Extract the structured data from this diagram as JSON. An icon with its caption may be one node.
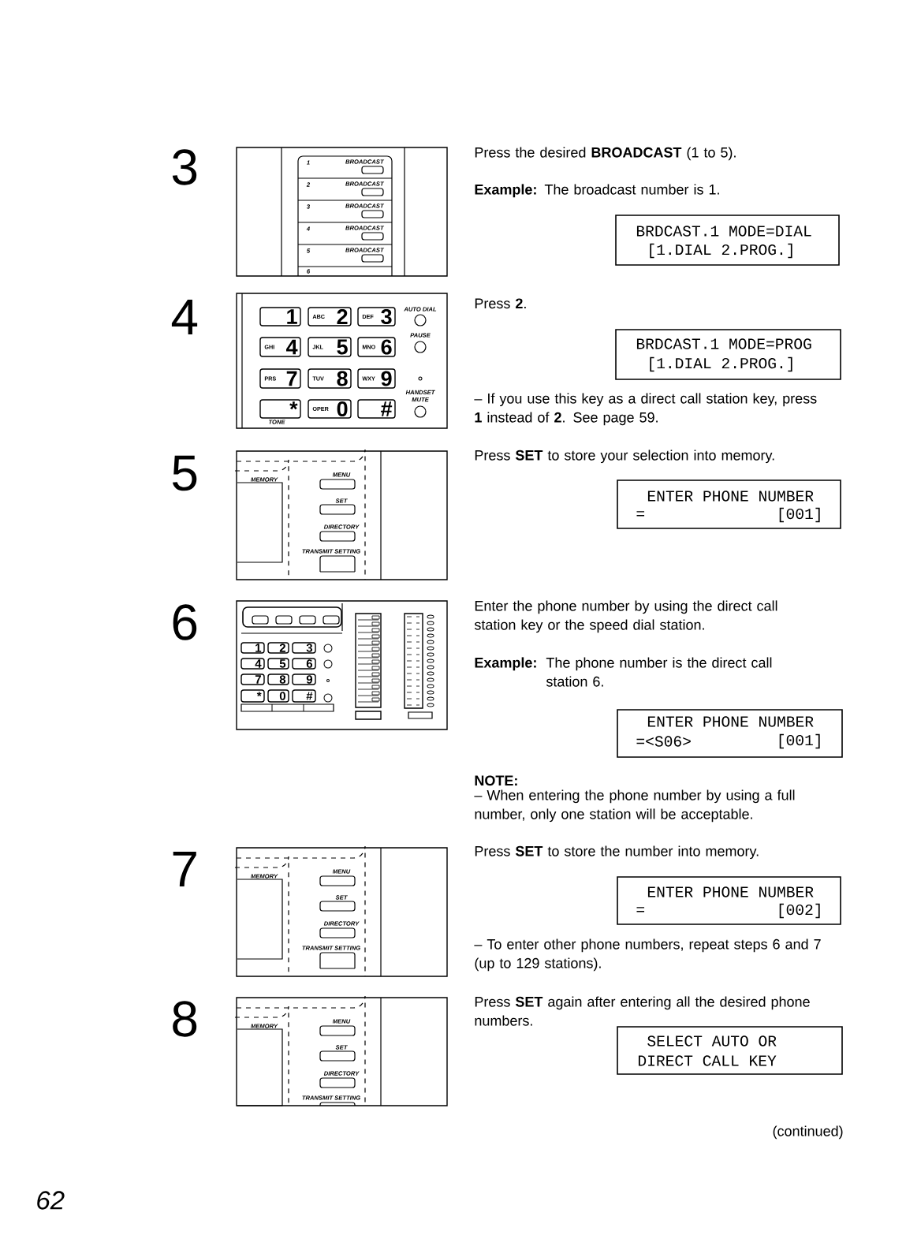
{
  "diagram": {
    "nodes": [
      {
        "text": [
          "BRDCAST.1 MODE=DIAL",
          "[1.DIAL 2.PROG.]"
        ]
      },
      {
        "text": [
          "1"
        ]
      },
      {
        "text": [
          "ABC",
          "2"
        ]
      },
      {
        "text": [
          "DEF",
          "3"
        ]
      },
      {
        "text": [
          "GHI",
          "4"
        ]
      },
      {
        "text": [
          "JKL",
          "5"
        ]
      },
      {
        "text": [
          "MNO",
          "6"
        ]
      },
      {
        "text": [
          "PRS",
          "7"
        ]
      },
      {
        "text": [
          "TUV",
          "8"
        ]
      },
      {
        "text": [
          "WXY",
          "9"
        ]
      },
      {
        "text": [
          "*"
        ]
      },
      {
        "text": [
          "OPER",
          "0"
        ]
      },
      {
        "text": [
          "#"
        ]
      },
      {
        "text": [
          "BRDCAST.1 MODE=PROG",
          "[1.DIAL 2.PROG.]"
        ]
      },
      {
        "text": [
          "ENTER PHONE NUMBER",
          "=",
          "[001]"
        ]
      },
      {
        "text": [
          "1"
        ]
      },
      {
        "text": [
          "2"
        ]
      },
      {
        "text": [
          "3"
        ]
      },
      {
        "text": [
          "4"
        ]
      },
      {
        "text": [
          "5"
        ]
      },
      {
        "text": [
          "6"
        ]
      },
      {
        "text": [
          "7"
        ]
      },
      {
        "text": [
          "8"
        ]
      },
      {
        "text": [
          "9"
        ]
      },
      {
        "text": [
          "*"
        ]
      },
      {
        "text": [
          "0"
        ]
      },
      {
        "text": [
          "#"
        ]
      },
      {
        "text": [
          "ENTER PHONE NUMBER",
          "=<S06>",
          "[001]"
        ]
      },
      {
        "text": [
          "ENTER PHONE NUMBER",
          "=",
          "[002]"
        ]
      },
      {
        "text": [
          "SELECT AUTO OR",
          "DIRECT CALL KEY"
        ]
      }
    ],
    "labels": [
      "3",
      "1",
      "BROADCAST",
      "2",
      "BROADCAST",
      "3",
      "BROADCAST",
      "4",
      "BROADCAST",
      "5",
      "BROADCAST",
      "6",
      "Press the desired **BROADCAST** (1 to 5).",
      "**Example:** The broadcast number is 1.",
      "4",
      "AUTO DIAL",
      "PAUSE",
      "HANDSET MUTE",
      "TONE",
      "Press **2**.",
      "– If you use this key as a direct call station key, press **1** instead of **2**. See page 59.",
      "5",
      "MEMORY",
      "MENU",
      "SET",
      "DIRECTORY",
      "TRANSMIT SETTING",
      "Press **SET** to store your selection into memory.",
      "6",
      "Enter the phone number by using the direct call station key or the speed dial station.",
      "Example:",
      "The phone number is the direct call station 6.",
      "NOTE:",
      "– When entering the phone number by using a full number, only one station will be acceptable.",
      "7",
      "MEMORY",
      "MENU",
      "SET",
      "DIRECTORY",
      "TRANSMIT SETTING",
      "Press **SET** to store the number into memory.",
      "– To enter other phone numbers, repeat steps 6 and 7 (up to 129 stations).",
      "8",
      "MEMORY",
      "MENU",
      "SET",
      "DIRECTORY",
      "TRANSMIT SETTING",
      "Press **SET** again after entering all the desired phone numbers.",
      "(continued)",
      "62"
    ]
  }
}
